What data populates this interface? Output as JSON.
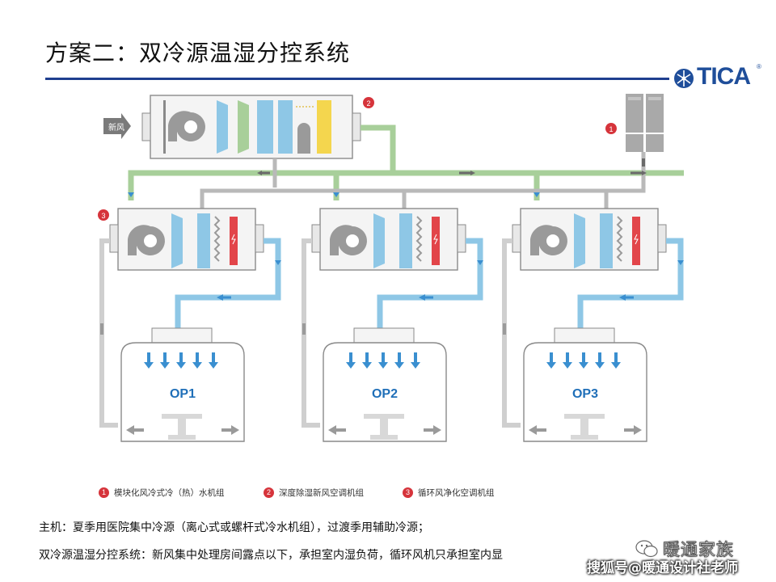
{
  "page": {
    "title": "方案二：双冷源温湿分控系统"
  },
  "logo": {
    "text": "TICA",
    "reg": "®"
  },
  "diagram": {
    "fresh_air_label": "新风",
    "markers": [
      "1",
      "2",
      "3"
    ],
    "units": [
      "OP1",
      "OP2",
      "OP3"
    ]
  },
  "legend": [
    {
      "num": "1",
      "text": "模块化风冷式冷（热）水机组"
    },
    {
      "num": "2",
      "text": "深度除湿新风空调机组"
    },
    {
      "num": "3",
      "text": "循环风净化空调机组"
    }
  ],
  "notes": {
    "line1": "主机：夏季用医院集中冷源（离心式或螺杆式冷水机组），过渡季用辅助冷源；",
    "line2": "双冷源温湿分控系统：新风集中处理房间露点以下，承担室内湿负荷，循环风机只承担室内显"
  },
  "watermark": {
    "brand": "暖通家族",
    "credit": "搜狐号@暖通设计社老师"
  },
  "colors": {
    "green_duct": "#a8cf9a",
    "blue_duct": "#8ec7e6",
    "gray_duct": "#b9b9b9",
    "marker_red": "#d6343b",
    "title_rule": "#1f3f8f",
    "logo_blue": "#1f4e9a"
  }
}
